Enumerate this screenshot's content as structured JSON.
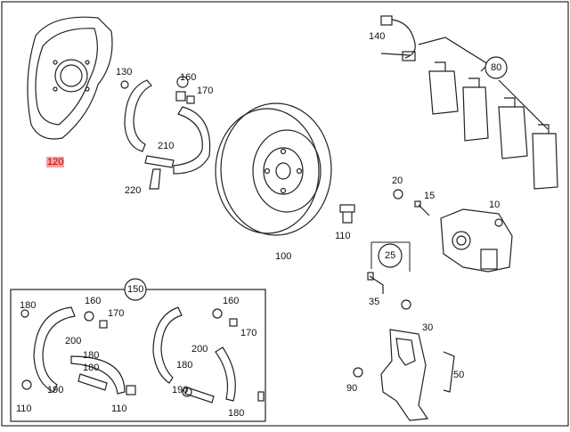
{
  "frame_color": "#000000",
  "highlight_color": "#f4a0a0",
  "labels": {
    "l120": "120",
    "l130": "130",
    "l160a": "160",
    "l170a": "170",
    "l210": "210",
    "l220": "220",
    "l140": "140",
    "l80": "80",
    "l100": "100",
    "l20": "20",
    "l15": "15",
    "l10": "10",
    "l110a": "110",
    "l25": "25",
    "l35": "35",
    "l150": "150",
    "l180a": "180",
    "l160b": "160",
    "l170b": "170",
    "l200a": "200",
    "l180b": "180",
    "l190a": "190",
    "l110b": "110",
    "l110c": "110",
    "l160c": "160",
    "l170c": "170",
    "l200b": "200",
    "l180c": "180",
    "l180d": "180",
    "l190b": "190",
    "l180e": "180",
    "l30": "30",
    "l50": "50",
    "l90": "90"
  }
}
